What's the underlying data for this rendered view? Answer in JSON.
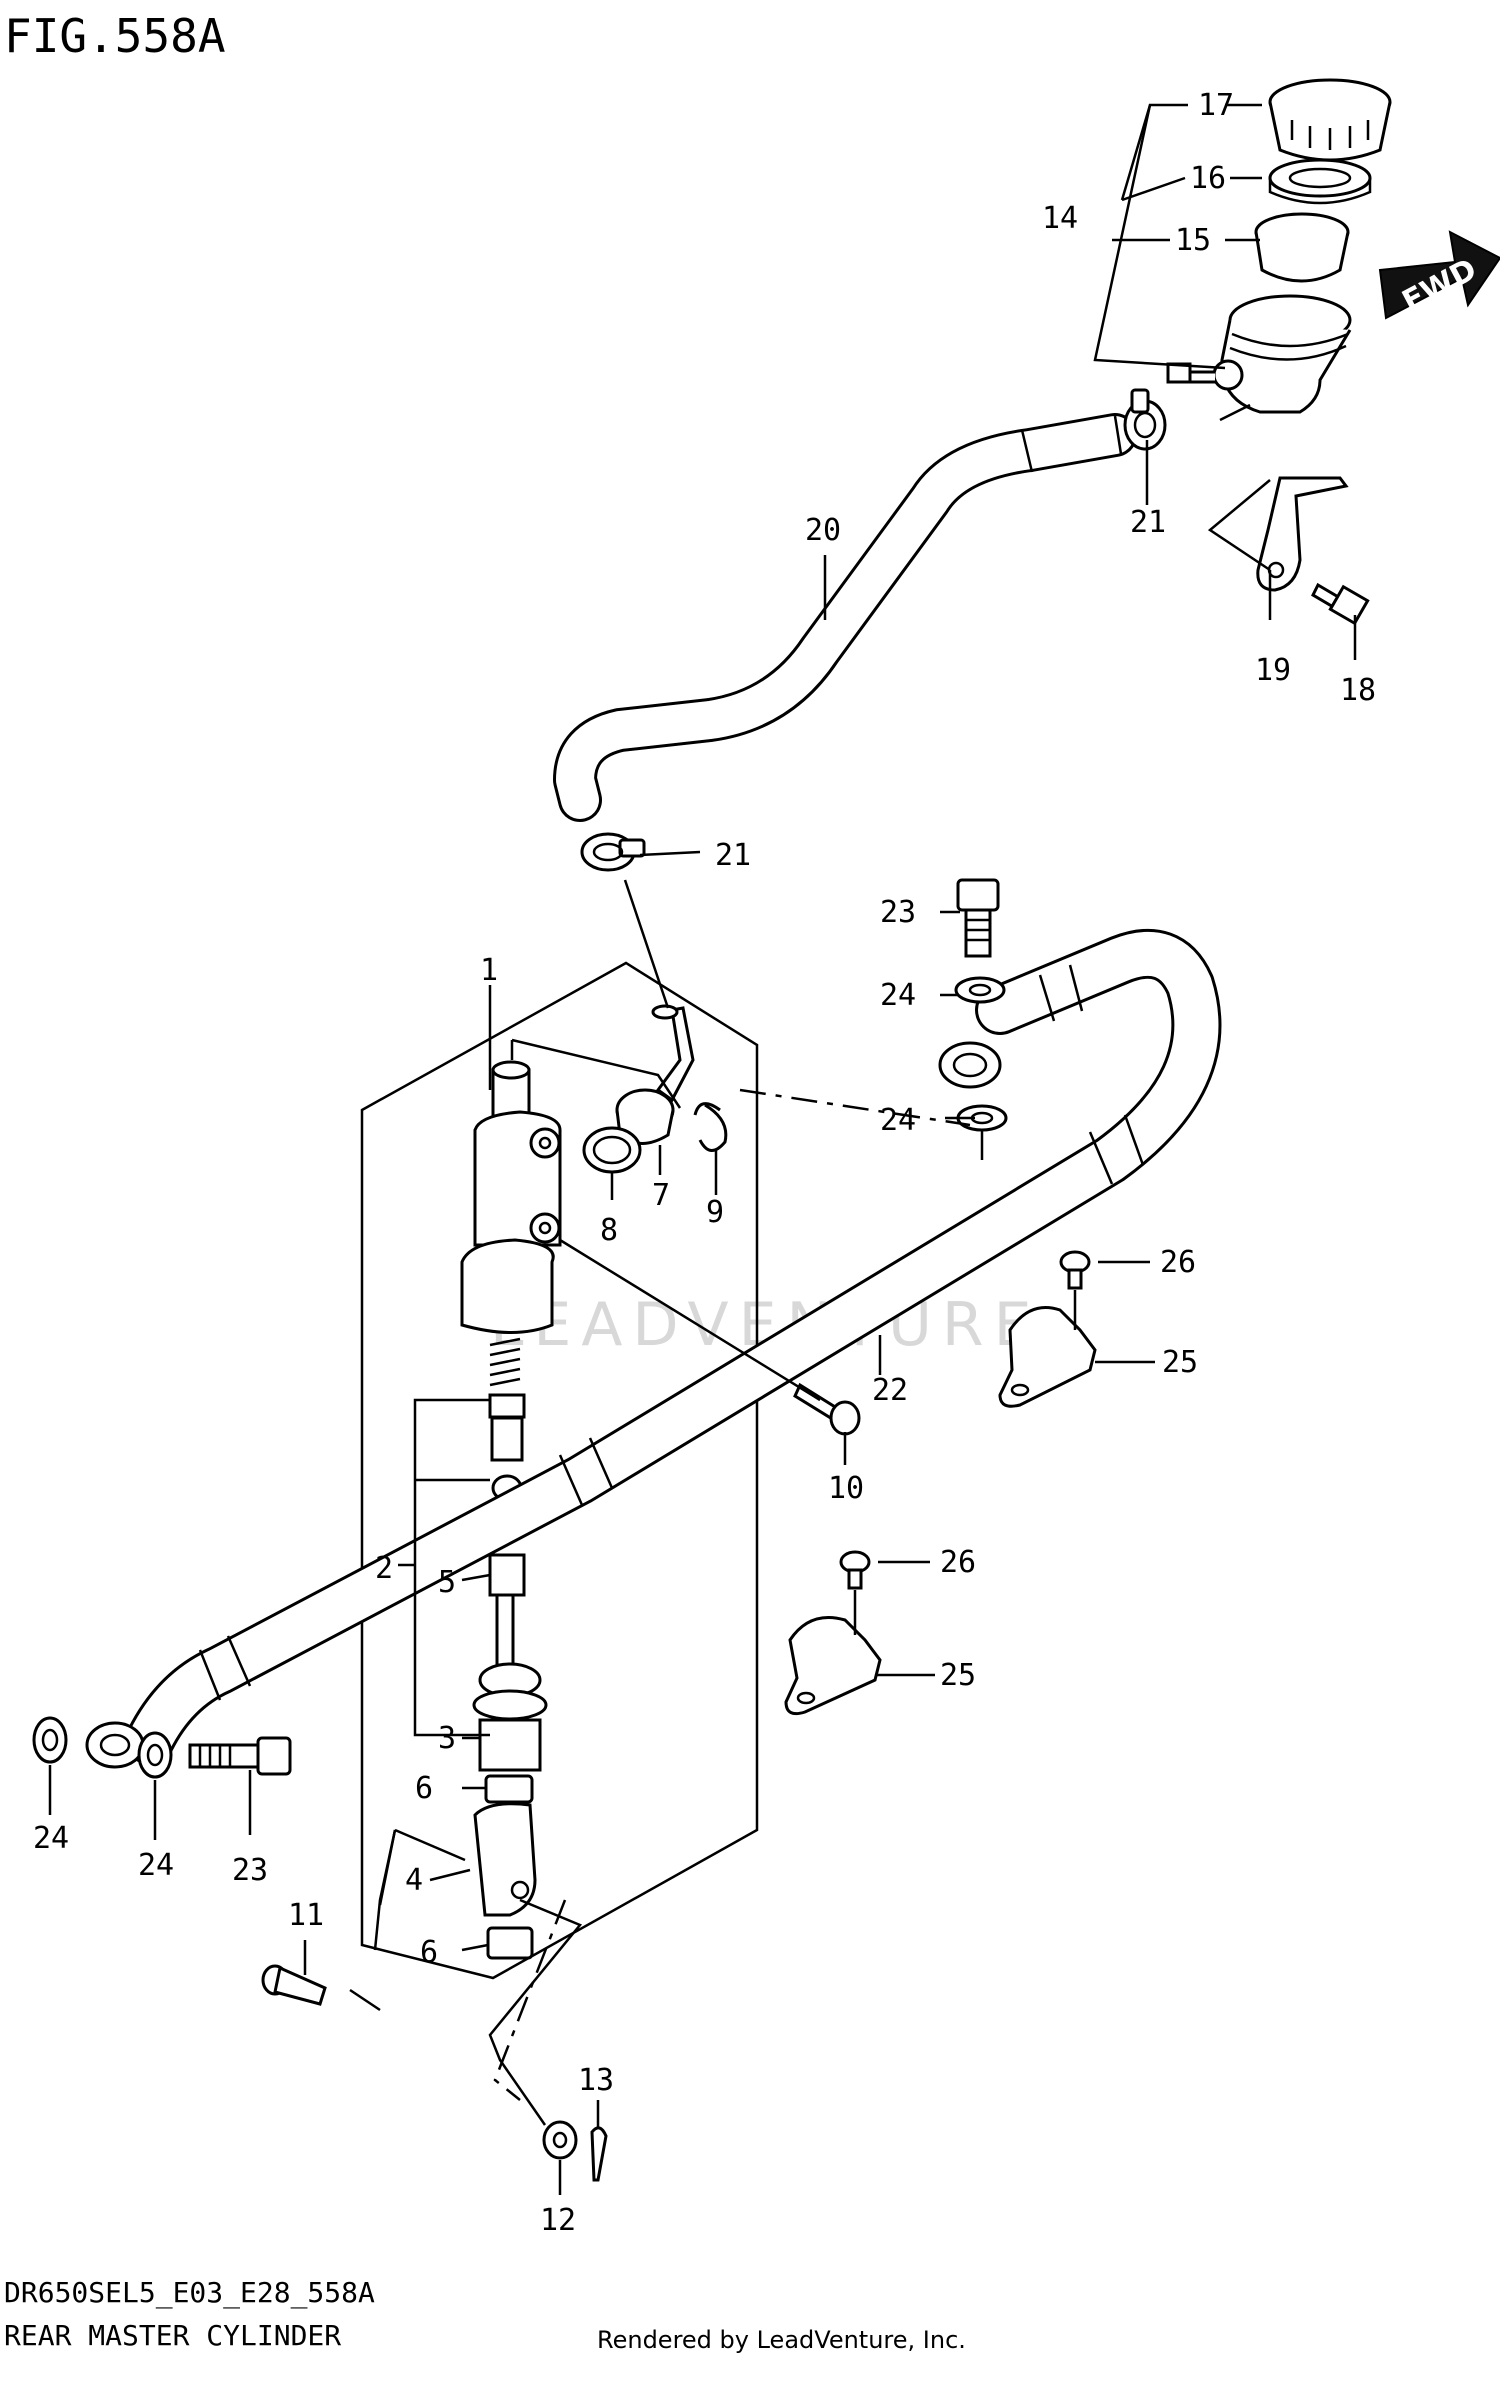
{
  "figure": {
    "title": "FIG.558A",
    "model_code": "DR650SEL5_E03_E28_558A",
    "name": "REAR MASTER CYLINDER",
    "credit": "Rendered by LeadVenture, Inc.",
    "watermark": "LEADVENTURE",
    "fwd_label": "FWD"
  },
  "callouts": [
    {
      "id": "c1",
      "label": "1"
    },
    {
      "id": "c2",
      "label": "2"
    },
    {
      "id": "c3",
      "label": "3"
    },
    {
      "id": "c4",
      "label": "4"
    },
    {
      "id": "c5",
      "label": "5"
    },
    {
      "id": "c6a",
      "label": "6"
    },
    {
      "id": "c6b",
      "label": "6"
    },
    {
      "id": "c7",
      "label": "7"
    },
    {
      "id": "c8",
      "label": "8"
    },
    {
      "id": "c9",
      "label": "9"
    },
    {
      "id": "c10",
      "label": "10"
    },
    {
      "id": "c11",
      "label": "11"
    },
    {
      "id": "c12",
      "label": "12"
    },
    {
      "id": "c13",
      "label": "13"
    },
    {
      "id": "c14",
      "label": "14"
    },
    {
      "id": "c15",
      "label": "15"
    },
    {
      "id": "c16",
      "label": "16"
    },
    {
      "id": "c17",
      "label": "17"
    },
    {
      "id": "c18",
      "label": "18"
    },
    {
      "id": "c19",
      "label": "19"
    },
    {
      "id": "c20",
      "label": "20"
    },
    {
      "id": "c21a",
      "label": "21"
    },
    {
      "id": "c21b",
      "label": "21"
    },
    {
      "id": "c22",
      "label": "22"
    },
    {
      "id": "c23a",
      "label": "23"
    },
    {
      "id": "c23b",
      "label": "23"
    },
    {
      "id": "c24a",
      "label": "24"
    },
    {
      "id": "c24b",
      "label": "24"
    },
    {
      "id": "c24c",
      "label": "24"
    },
    {
      "id": "c24d",
      "label": "24"
    },
    {
      "id": "c25a",
      "label": "25"
    },
    {
      "id": "c25b",
      "label": "25"
    },
    {
      "id": "c26a",
      "label": "26"
    },
    {
      "id": "c26b",
      "label": "26"
    }
  ]
}
